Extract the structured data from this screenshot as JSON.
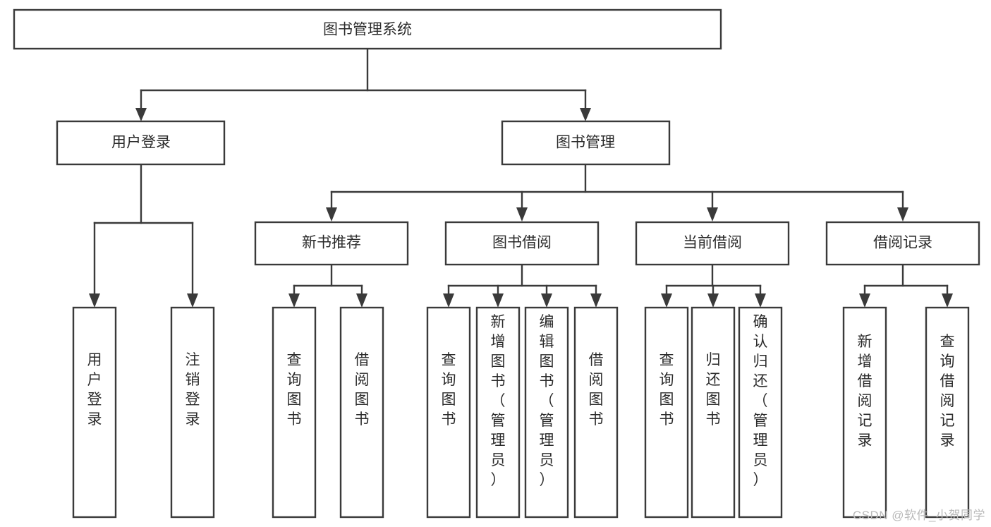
{
  "diagram": {
    "type": "tree",
    "title": "图书管理系统",
    "watermark": "CSDN @软件_小贺同学",
    "colors": {
      "stroke": "#3a3a3a",
      "fill": "#ffffff",
      "text": "#2b2b2b",
      "background": "#ffffff",
      "watermark": "#b9b9b9"
    },
    "levels": {
      "root": {
        "label": "图书管理系统"
      },
      "level1": [
        {
          "label": "用户登录"
        },
        {
          "label": "图书管理"
        }
      ],
      "level2": [
        {
          "label": "新书推荐"
        },
        {
          "label": "图书借阅"
        },
        {
          "label": "当前借阅"
        },
        {
          "label": "借阅记录"
        }
      ],
      "leaves": [
        {
          "label": "用户登录",
          "parent": "用户登录"
        },
        {
          "label": "注销登录",
          "parent": "用户登录"
        },
        {
          "label": "查询图书",
          "parent": "新书推荐"
        },
        {
          "label": "借阅图书",
          "parent": "新书推荐"
        },
        {
          "label": "查询图书",
          "parent": "图书借阅"
        },
        {
          "label": "新增图书（管理员）",
          "parent": "图书借阅"
        },
        {
          "label": "编辑图书（管理员）",
          "parent": "图书借阅"
        },
        {
          "label": "借阅图书",
          "parent": "图书借阅"
        },
        {
          "label": "查询图书",
          "parent": "当前借阅"
        },
        {
          "label": "归还图书",
          "parent": "当前借阅"
        },
        {
          "label": "确认归还（管理员）",
          "parent": "当前借阅"
        },
        {
          "label": "新增借阅记录",
          "parent": "借阅记录"
        },
        {
          "label": "查询借阅记录",
          "parent": "借阅记录"
        }
      ]
    }
  }
}
